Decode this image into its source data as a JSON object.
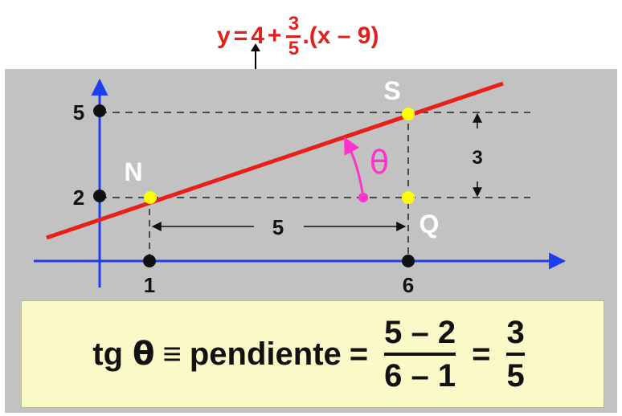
{
  "equation": {
    "lhs": "y",
    "op": "=",
    "a": "4",
    "plus": "+",
    "num": "3",
    "den": "5",
    "tail": ".(x – 9)"
  },
  "labels": {
    "y_tick_high": "5",
    "y_tick_low": "2",
    "x_tick_left": "1",
    "x_tick_right": "6",
    "point_N": "N",
    "point_S": "S",
    "point_Q": "Q",
    "run": "5",
    "rise": "3",
    "angle": "θ"
  },
  "formula": {
    "lhs": "tg",
    "theta": "θ",
    "equiv": "≡",
    "word": "pendiente",
    "eq1": "=",
    "num1": "5 – 2",
    "den1": "6 – 1",
    "eq2": "=",
    "num2": "3",
    "den2": "5"
  },
  "colors": {
    "line": "#e8201a",
    "axes": "#1e3cf0",
    "points": "#ffff00",
    "angle": "#ff33cc",
    "panel": "#c2c2c2",
    "formula_bg": "#fafac8"
  }
}
